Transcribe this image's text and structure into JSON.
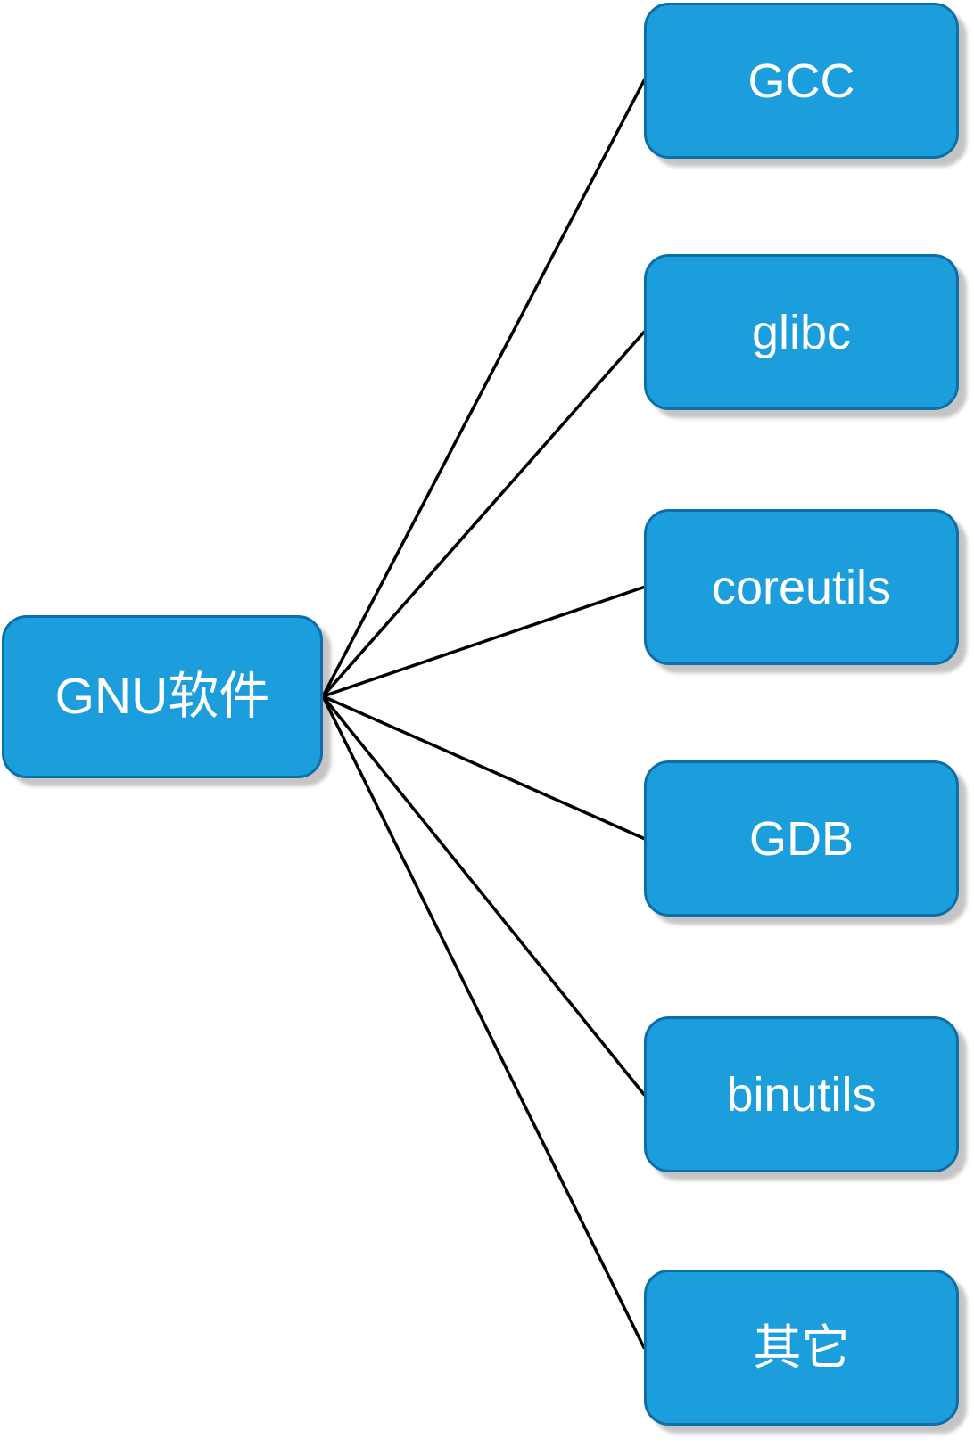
{
  "diagram": {
    "type": "radial-tree",
    "root": {
      "label": "GNU软件"
    },
    "children": [
      {
        "label": "GCC"
      },
      {
        "label": "glibc"
      },
      {
        "label": "coreutils"
      },
      {
        "label": "GDB"
      },
      {
        "label": "binutils"
      },
      {
        "label": "其它"
      }
    ],
    "colors": {
      "background": "#ffffff",
      "node_fill": "#1C9EDD",
      "node_border": "#0E6EA8",
      "node_text": "#ffffff",
      "connector": "#000000"
    }
  }
}
